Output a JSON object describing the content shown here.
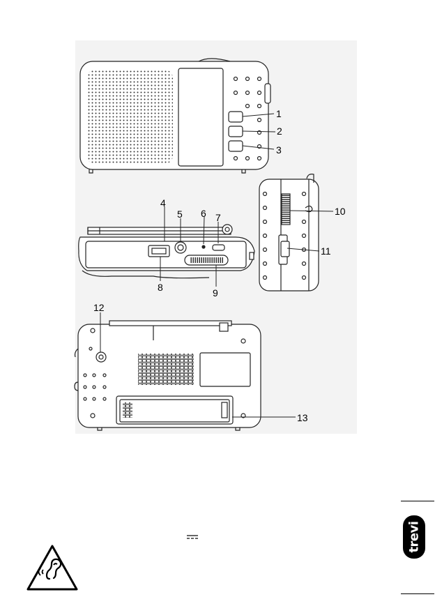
{
  "diagram": {
    "callouts": [
      {
        "id": "1",
        "label": "1"
      },
      {
        "id": "2",
        "label": "2"
      },
      {
        "id": "3",
        "label": "3"
      },
      {
        "id": "4",
        "label": "4"
      },
      {
        "id": "5",
        "label": "5"
      },
      {
        "id": "6",
        "label": "6"
      },
      {
        "id": "7",
        "label": "7"
      },
      {
        "id": "8",
        "label": "8"
      },
      {
        "id": "9",
        "label": "9"
      },
      {
        "id": "10",
        "label": "10"
      },
      {
        "id": "11",
        "label": "11"
      },
      {
        "id": "12",
        "label": "12"
      },
      {
        "id": "13",
        "label": "13"
      }
    ]
  },
  "icons": {
    "dc_symbol": "dc-current-symbol",
    "hearing_warning": "hearing-damage-warning-icon",
    "brand_logo": "trevi-logo"
  },
  "brand": {
    "logo_text": "trevi"
  }
}
